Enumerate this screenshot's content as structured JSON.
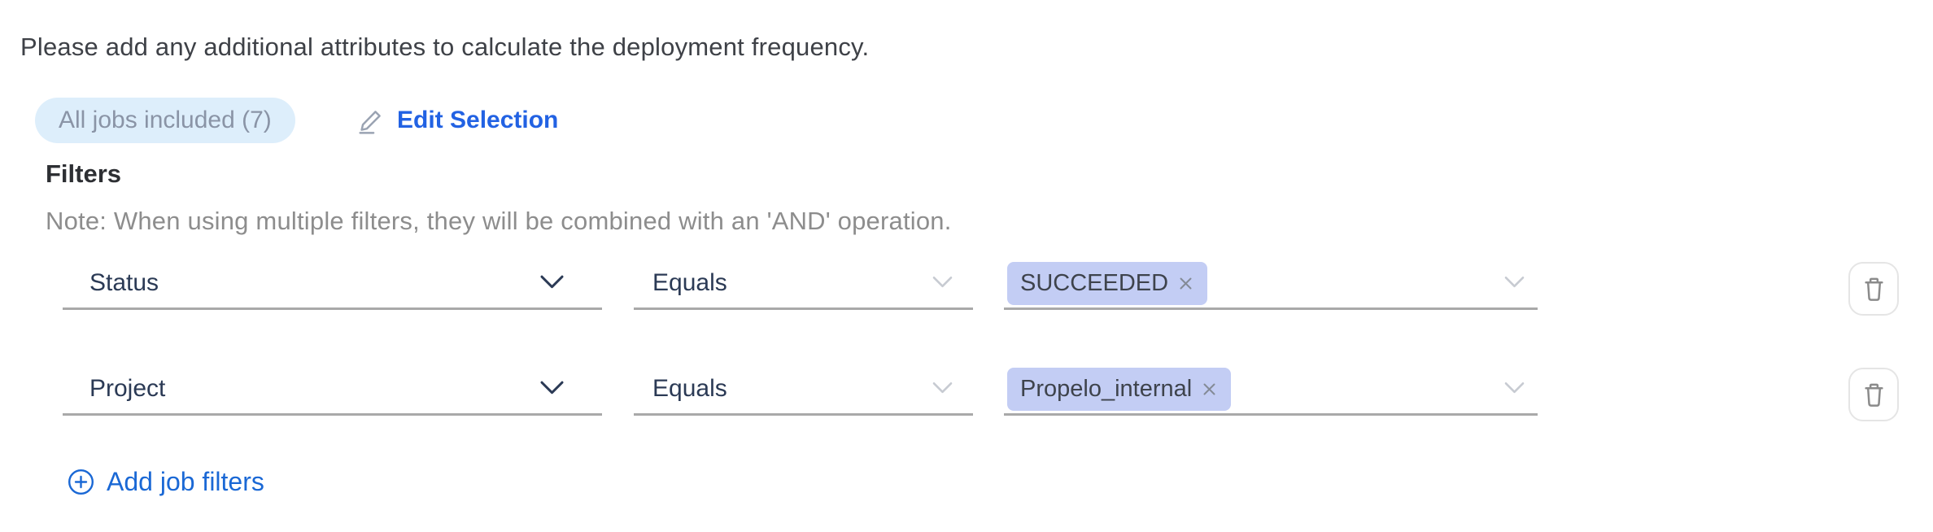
{
  "instruction": "Please add any additional attributes to calculate the deployment frequency.",
  "jobs_summary": {
    "badge_label": "All jobs included (7)",
    "edit_label": "Edit Selection",
    "edit_icon": "pencil-underline-icon"
  },
  "filters": {
    "title": "Filters",
    "note": "Note: When using multiple filters, they will be combined with an 'AND' operation.",
    "rows": [
      {
        "attribute": "Status",
        "operator": "Equals",
        "values": [
          "SUCCEEDED"
        ]
      },
      {
        "attribute": "Project",
        "operator": "Equals",
        "values": [
          "Propelo_internal"
        ]
      }
    ],
    "row_icons": {
      "attribute_chevron": "chevron-down-icon",
      "operator_chevron": "chevron-down-icon",
      "values_chevron": "chevron-down-icon",
      "tag_remove": "x-icon",
      "delete": "trash-icon"
    },
    "add_label": "Add job filters",
    "add_icon": "plus-circle-icon"
  },
  "colors": {
    "badge_bg": "#ddeefb",
    "badge_text": "#8a94a6",
    "edit_link_blue": "#2262e3",
    "add_link_blue": "#1a68d5",
    "select_text_navy": "#2b3a55",
    "tag_bg": "#c3cdf4",
    "tag_text": "#3e434c",
    "note_gray": "#8d8d8d",
    "underline_gray": "#a9a9a9",
    "heading_dark": "#2d2f33"
  }
}
